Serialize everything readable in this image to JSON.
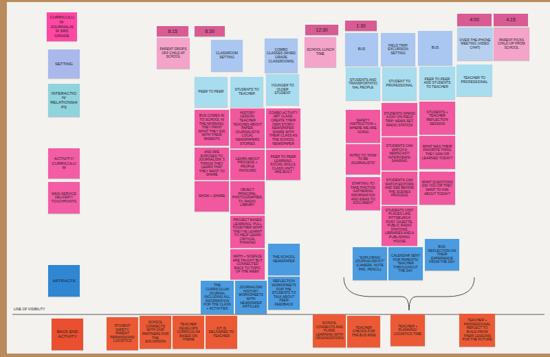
{
  "diagram": {
    "nodes": [
      {
        "text": [
          "CURRICULUM: JOURNALISM 3RD GRADE"
        ]
      },
      {
        "text": [
          "8:15"
        ]
      },
      {
        "text": [
          "8:30"
        ]
      },
      {
        "text": [
          "12:30"
        ]
      },
      {
        "text": [
          "1:30"
        ]
      },
      {
        "text": [
          "4:00"
        ]
      },
      {
        "text": [
          "4:15"
        ]
      },
      {
        "text": [
          "PARENT DROPS OFF CHILD AT SCHOOL"
        ]
      },
      {
        "text": [
          "SETTING"
        ]
      },
      {
        "text": [
          "CLASSROOM SETTING"
        ]
      },
      {
        "text": [
          "COMBO CLASSES (MIXED GRADE CLASSROOMS)"
        ]
      },
      {
        "text": [
          "SCHOOL LUNCH TIME"
        ]
      },
      {
        "text": [
          "BUS"
        ]
      },
      {
        "text": [
          "FIELD TRIP/ EXCURSION SETTING"
        ]
      },
      {
        "text": [
          "BUS"
        ]
      },
      {
        "text": [
          "OVER-THE-PHONE MEETING (VIDEO CHAT)"
        ]
      },
      {
        "text": [
          "PARENT PICKS CHILD UP FROM SCHOOL"
        ]
      },
      {
        "text": [
          "INTERACTION/ RELATIONSHIPS"
        ]
      },
      {
        "text": [
          "PEER TO PEER"
        ]
      },
      {
        "text": [
          "STUDENTS TO TEACHER"
        ]
      },
      {
        "text": [
          "YOUNGER TO OLDER STUDENT"
        ]
      },
      {
        "text": [
          "STUDENTS AND TRANSPORTATIONAL PEOPLE"
        ]
      },
      {
        "text": [
          "STUDENT TO PROFESSIONAL"
        ]
      },
      {
        "text": [
          "PEER TO PEER AND STUDENTS TO TEACHER"
        ]
      },
      {
        "text": [
          "TEACHER TO PROFESSIONAL"
        ]
      },
      {
        "text": [
          "ACTIVITY/ CURRICULUM"
        ]
      },
      {
        "text": [
          "MAIN SERVICE DELIVERY/ TOUCHPOINTS"
        ]
      },
      {
        "text": [
          "BUS COMES IN TO SCHOOL IN THE MORNING, THEY PRINT WHAT THEY DID WITH THEIR PARENTS"
        ]
      },
      {
        "text": [
          "AND ARE EXPOSED TO JOURNALISM, 5 THINGS THEY LEARN THAT THEY WANT TO SHARE"
        ]
      },
      {
        "text": [
          "SHOW + SHARE"
        ]
      },
      {
        "text": [
          "HISTORY LESSON: TEACHER TEACHES ABOUT PAPER, JOURNALISTS/ LOCAL NEWSPAPERS STORIES"
        ]
      },
      {
        "text": [
          "LEARN ABOUT PROCESS + PEOPLE INVOLVED"
        ]
      },
      {
        "text": [
          "OBJECT: PRINCIPAL, PHOTOGRAPHER, TV, RADIO, LIBRARY"
        ]
      },
      {
        "text": [
          "PROJECT BASED LEARNING: PULL TOGETHER WHAT THEY'VE LEARNT TO HELP LEARN CRITICAL THINKING"
        ]
      },
      {
        "text": [
          "MATH + SCIENCE ARE TAUGHT BUT CONNECTED BACK TO TOPIC OF THE WEEK"
        ]
      },
      {
        "text": [
          "COMBO ACTIVITY ART CLASS: CREATE THEIR OWN STORY/ NEWSPAPER, SHARE WITH THEIR CLASS AS THE SCHOOL NEWSPAPER"
        ]
      },
      {
        "text": [
          "PEER TO PEER LEARNING, SOCIAL SKILLS, CLASS UNITY ARE BUILT"
        ]
      },
      {
        "text": [
          "SAFETY INSTRUCTION + WHERE WE ARE GOING"
        ]
      },
      {
        "text": [
          "INTRO TO \"HOW TO BE JOURNALISTS\""
        ]
      },
      {
        "text": [
          "STARTING TO TAKE PHOTOS/ GATHERING INFORMATION AND IDEAS TO DOCUMENT"
        ]
      },
      {
        "text": [
          "STUDENTS SPEND A DAY ON FIELD TRIP: NEWS SET, RADIO STATION"
        ]
      },
      {
        "text": [
          "STUDENTS CAN WATCH A NEWSCAST/ INTERVIEWS/ SHARING"
        ]
      },
      {
        "text": [
          "STUDENTS CAN WATCH EDITORS AND SEE BEHIND THE SCENES PROCESS"
        ]
      },
      {
        "text": [
          "STUDENTS VISIT PLACES LIKE PITTSBURGH POST GAZETTE, PUBLIC RADIO STATIONS, LIBRARIES AND A PUBLISHING HOUSE"
        ]
      },
      {
        "text": [
          "STUDENTS + TEACHER REFLECTION SESSION"
        ]
      },
      {
        "text": [
          "WHAT WAS THEIR FAVORITE THING THEY SAW OR LEARNED TODAY?"
        ]
      },
      {
        "text": [
          "WHAT QUESTIONS DID YOU OR THEY WANT TO ASK ABOUT TODAY?"
        ]
      },
      {
        "text": [
          "ARTIFACTS"
        ]
      },
      {
        "text": [
          "THE CURRICULUM JOURNAL INCLUDING ALL INFORMATION FOR THE CLASS + ACTIVITIES"
        ]
      },
      {
        "text": [
          "JOURNALISM/ HISTORY WORKSHEETS WITH NEWSPAPER ARTICLES"
        ]
      },
      {
        "text": [
          "THE SCHOOL NEWSPAPER"
        ]
      },
      {
        "text": [
          "REFLECTION WORKSHEETS FOR THE STUDENTS TO TALK ABOUT PEER FEEDBACK"
        ]
      },
      {
        "text": [
          "\"EXPLORING JOURNALISM KIT\" (CAMERA, NOTE PAD, PENCIL)"
        ]
      },
      {
        "text": [
          "CALENDAR SENT FOR PARENTS/ TEACHER THROUGHOUT THE DAY"
        ]
      },
      {
        "text": [
          "BUS: REFLECTION ON THEIR EXPERIENCE FROM THE DAY"
        ]
      },
      {
        "text": [
          "BACK END ACTIVITY"
        ]
      },
      {
        "text": [
          "STUDENT SAFETY, PARENT PERMISSIONS/ LOGISTICS"
        ]
      },
      {
        "text": [
          "SCHOOL CONNECTS WITH OUR PARTNERS FOR THE EXCURSION"
        ]
      },
      {
        "text": [
          "TEACHER DEVELOPS CURRICULUM BASED ON THEME"
        ]
      },
      {
        "text": [
          "KIT IS DELIVERED TO TEACHER"
        ]
      },
      {
        "text": [
          "SCHOOL CONNECTS AND PLANS LEARNING WITH ORGANIZATIONS"
        ]
      },
      {
        "text": [
          "TEACHER CHECKS FOR THE BUS RIDE"
        ]
      },
      {
        "text": [
          "TEACHER + PLANNING/ LOGISTICS TIME"
        ]
      },
      {
        "text": [
          "TEACHER + PROFESSIONAL REFLECT TO BUILD FROM THEIR LESSONS FOR THE FUTURE"
        ]
      }
    ],
    "labels": [
      "LINE OF VISIBILITY"
    ]
  }
}
